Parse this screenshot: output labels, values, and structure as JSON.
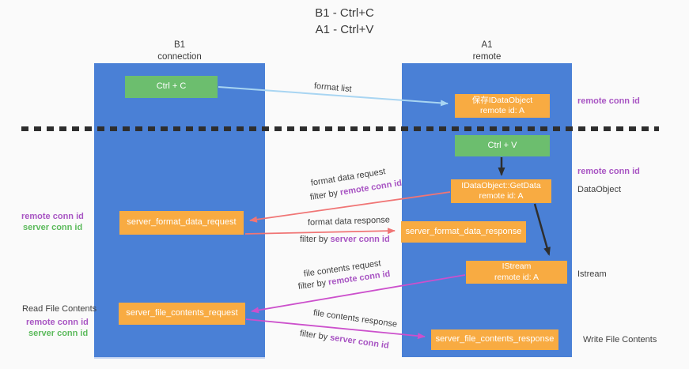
{
  "title": {
    "line1": "B1 - Ctrl+C",
    "line2": "A1 - Ctrl+V"
  },
  "lanes": {
    "left": {
      "header_line1": "B1",
      "header_line2": "connection"
    },
    "right": {
      "header_line1": "A1",
      "header_line2": "remote"
    }
  },
  "nodes": {
    "ctrl_c": "Ctrl + C",
    "ctrl_v": "Ctrl + V",
    "save_dataobject_line1": "保存IDataObject",
    "save_dataobject_line2": "remote id: A",
    "getdata_line1": "IDataObject::GetData",
    "getdata_line2": "remote id: A",
    "istream_line1": "IStream",
    "istream_line2": "remote id: A",
    "server_format_data_request": "server_format_data_request",
    "server_format_data_response": "server_format_data_response",
    "server_file_contents_request": "server_file_contents_request",
    "server_file_contents_response": "server_file_contents_response"
  },
  "arrow_labels": {
    "format_list": "format list",
    "format_data_request": "format data request",
    "format_data_request_filter_prefix": "filter by ",
    "format_data_request_filter_key": "remote conn id",
    "format_data_response": "format data response",
    "format_data_response_filter_prefix": "filter by ",
    "format_data_response_filter_key": "server conn id",
    "file_contents_request": "file contents request",
    "file_contents_request_filter_prefix": "filter by ",
    "file_contents_request_filter_key": "remote conn id",
    "file_contents_response": "file contents response",
    "file_contents_response_filter_prefix": "filter by ",
    "file_contents_response_filter_key": "server conn id"
  },
  "side_labels": {
    "top_right_remote_conn_id": "remote conn id",
    "mid_right_remote_conn_id": "remote conn id",
    "dataobject": "DataObject",
    "istream": "Istream",
    "write_file_contents": "Write File Contents",
    "left_remote_conn_id": "remote conn id",
    "left_server_conn_id": "server conn id",
    "read_file_contents": "Read File Contents",
    "bottom_left_remote_conn_id": "remote conn id",
    "bottom_left_server_conn_id": "server conn id"
  },
  "colors": {
    "lane_blue": "#4a80d6",
    "box_green": "#6cbe6e",
    "box_orange": "#f8ab42",
    "arrow_light_blue": "#a8d5f2",
    "arrow_black": "#2e2e2e",
    "arrow_salmon": "#f07575",
    "arrow_magenta": "#cc50cc",
    "label_purple": "#a855c3",
    "label_green": "#5cba5c",
    "text_dark": "#3f3f3f",
    "background": "#fafafa"
  }
}
